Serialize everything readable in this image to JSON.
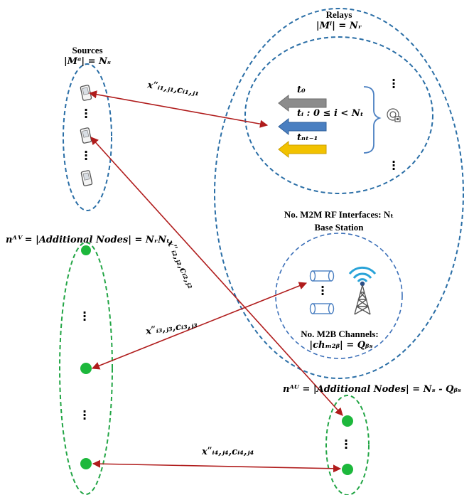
{
  "sources": {
    "title": "Sources",
    "subtitle": "|Mᵃ| = Nₛ"
  },
  "relays": {
    "title": "Relays",
    "subtitle": "|Mⁱ| = Nᵣ",
    "arrow_labels": [
      "t₀",
      "tᵢ : 0 ≤ i < Nₜ",
      "tₙₜ₋₁"
    ],
    "arrow_colors": [
      "#8c8c8c",
      "#4a7fc1",
      "#f2c200"
    ]
  },
  "interfaces_label": "No. M2M RF Interfaces: Nₜ",
  "base_station": {
    "title": "Base Station",
    "channels_label": "No. M2B Channels:",
    "channels_formula": "|chₘ₂ᵦ| = Qᵦₛ"
  },
  "additional_v": "nᴬⱽ = |Additional Nodes| = NᵣNₜ",
  "additional_u": "nᴬᵁ = |Additional Nodes| = Nₛ - Qᵦₛ",
  "links": [
    "xʺᵢ₁,ⱼ₁,cᵢ₁,ⱼ₁",
    "xʺᵢ₂,ⱼ₂,cᵢ₂,ⱼ₂",
    "xʺᵢ₃,ⱼ₃,cᵢ₃,ⱼ₃",
    "xʺᵢ₄,ⱼ₄,cᵢ₄,ⱼ₄"
  ],
  "colors": {
    "blue_dash": "#2a6ea6",
    "green_dash": "#22a545",
    "link_red": "#b01c1c",
    "node_green": "#1db83c"
  }
}
